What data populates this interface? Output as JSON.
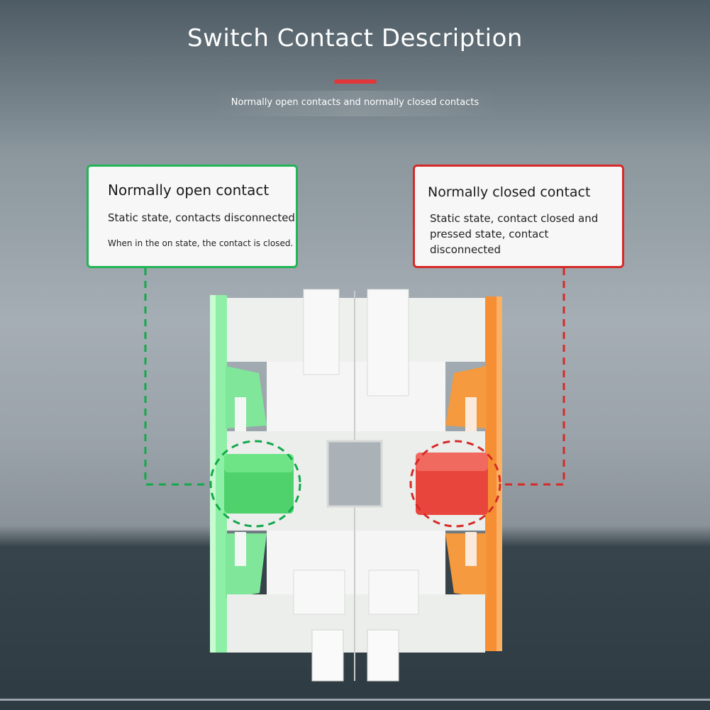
{
  "header": {
    "title": "Switch Contact Description",
    "subtitle": "Normally open contacts and normally closed contacts",
    "accent_color": "#e0383a"
  },
  "cards": {
    "normally_open": {
      "heading": "Normally open contact",
      "line1": "Static state, contacts disconnected",
      "line2": "When in the on state, the contact is closed.",
      "border_color": "#22b456"
    },
    "normally_closed": {
      "heading": "Normally closed contact",
      "line1": "Static state, contact closed and pressed state, contact disconnected",
      "border_color": "#d62a28"
    }
  },
  "product": {
    "left_module_color": "#8ef0a6",
    "right_module_color": "#f68f33",
    "left_button_color": "#4fd26b",
    "right_button_color": "#e8463c",
    "body_color": "#f2f3f2"
  }
}
